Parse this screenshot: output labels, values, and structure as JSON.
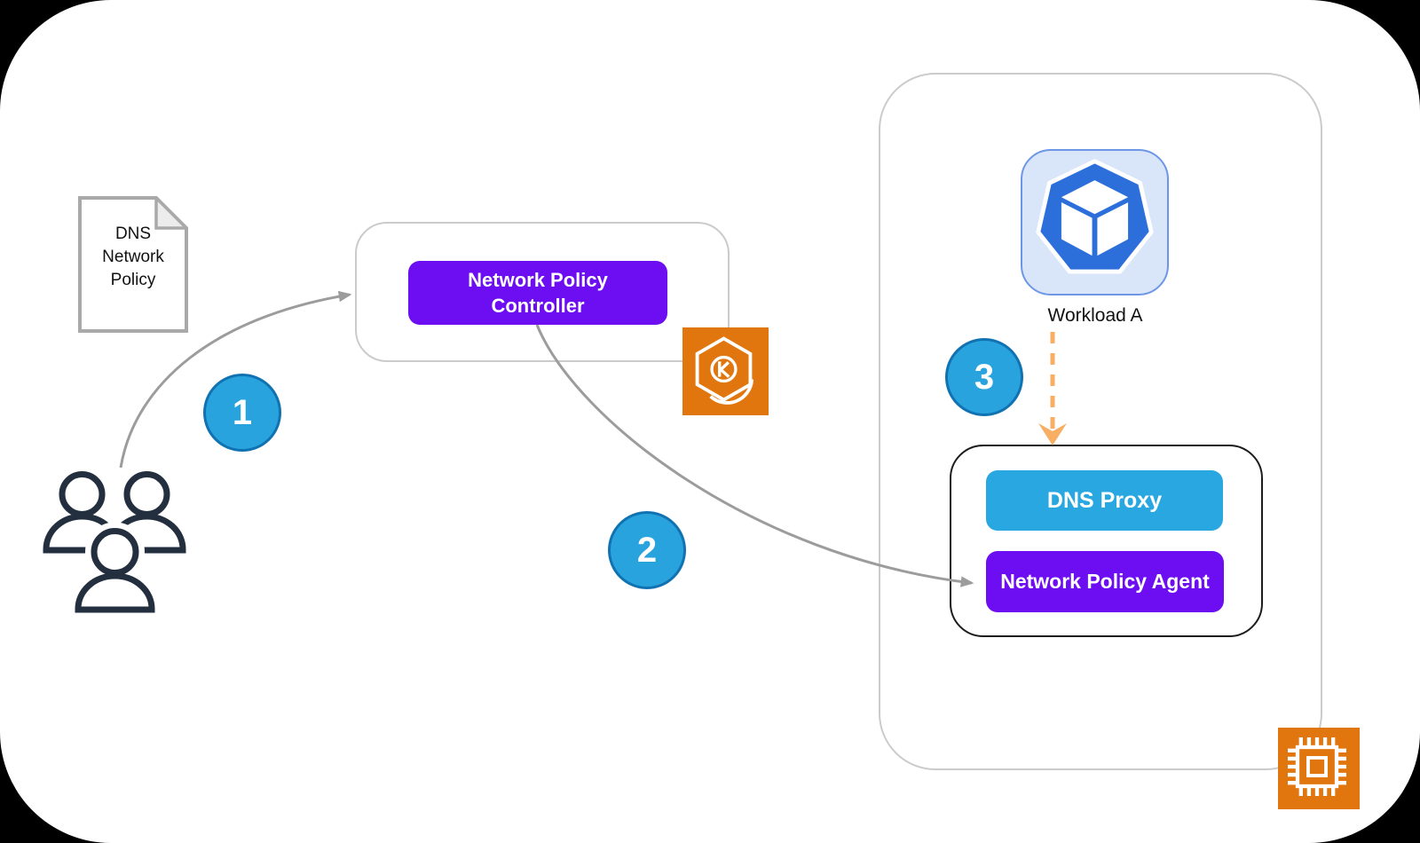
{
  "colors": {
    "page-bg": "#000000",
    "canvas": "#FFFFFF",
    "purple": "#6C0DF2",
    "blue": "#29A7E1",
    "circle-fill": "#28A3DE",
    "circle-border": "#1172B2",
    "orange": "#E2760E",
    "orange-light": "#F8AE63",
    "hepta-blue": "#2C6FDB",
    "workload-bg": "#D9E6F9",
    "workload-border": "#6D97E6",
    "ink": "#232F3E",
    "line-gray": "#9C9C9C",
    "border-gray": "#CBCBCB",
    "pod-border": "#1C1C1C",
    "doc-border": "#A9A9A9",
    "doc-fold": "#ECECEC"
  },
  "document_card": {
    "text": "DNS\nNetwork\nPolicy"
  },
  "steps": [
    {
      "label": "1"
    },
    {
      "label": "2"
    },
    {
      "label": "3"
    }
  ],
  "controller": {
    "label": "Network Policy\nController"
  },
  "workload": {
    "label": "Workload A"
  },
  "pod": {
    "dns_proxy": "DNS Proxy",
    "agent": "Network Policy Agent"
  },
  "icons": {
    "users": "three-users-silhouette",
    "eks": "kubernetes-eks-hexagon-k",
    "workload": "heptagon-with-cube",
    "chip": "cpu-processor-chip",
    "document": "document-with-folded-corner"
  }
}
